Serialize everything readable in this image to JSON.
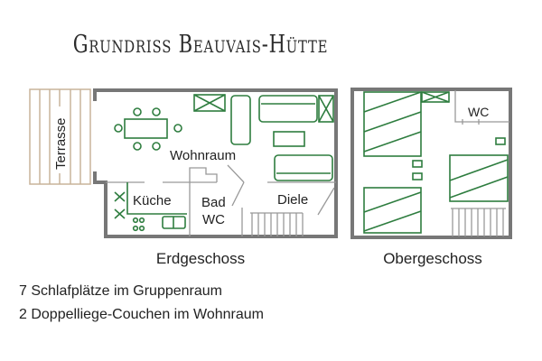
{
  "title": "Grundriss Beauvais-Hütte",
  "ground_floor": {
    "label": "Erdgeschoss",
    "rooms": {
      "terrace": "Terrasse",
      "living": "Wohnraum",
      "kitchen": "Küche",
      "bath_line1": "Bad",
      "bath_line2": "WC",
      "hall": "Diele"
    }
  },
  "upper_floor": {
    "label": "Obergeschoss",
    "rooms": {
      "wc": "WC"
    }
  },
  "notes": [
    "7 Schlafplätze im Gruppenraum",
    "2 Doppelliege-Couchen im Wohnraum"
  ],
  "colors": {
    "furniture": "#2e7d3f",
    "walls": "#777777",
    "terrace": "#c8b49a"
  }
}
